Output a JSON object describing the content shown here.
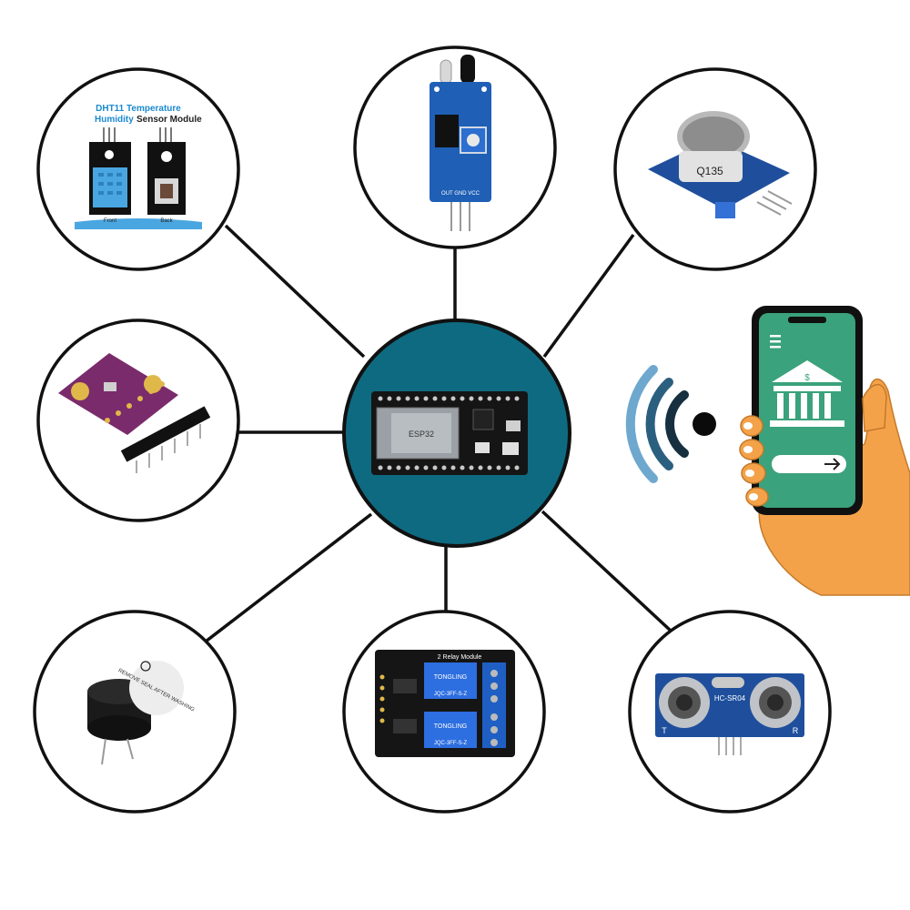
{
  "hub": {
    "board_text": "ESP32"
  },
  "nodes": {
    "dht11": {
      "title_line1": "DHT11 Temperature",
      "title_line2_a": "Humidity",
      "title_line2_b": "Sensor Module",
      "caption_front": "Front",
      "caption_back": "Back"
    },
    "ir": {
      "pin_label": "OUT GND VCC"
    },
    "mq135": {
      "label": "Q135"
    },
    "bmp280": {},
    "buzzer": {
      "sticker": "REMOVE SEAL AFTER WASHING"
    },
    "relay": {
      "title": "2 Relay Module",
      "brand": "TONGLING",
      "model": "JQC-3FF-S-Z"
    },
    "ultrasonic": {
      "model": "HC-SR04",
      "left_mark": "T",
      "right_mark": "R"
    }
  },
  "phone": {
    "icon": "bank-icon",
    "arrow": "arrow-right-icon"
  },
  "colors": {
    "hub": "#0e6a80",
    "phone_screen": "#3aa27c",
    "hand": "#f4a24a",
    "wifi_light": "#6ea8cf",
    "wifi_dark": "#163040"
  }
}
